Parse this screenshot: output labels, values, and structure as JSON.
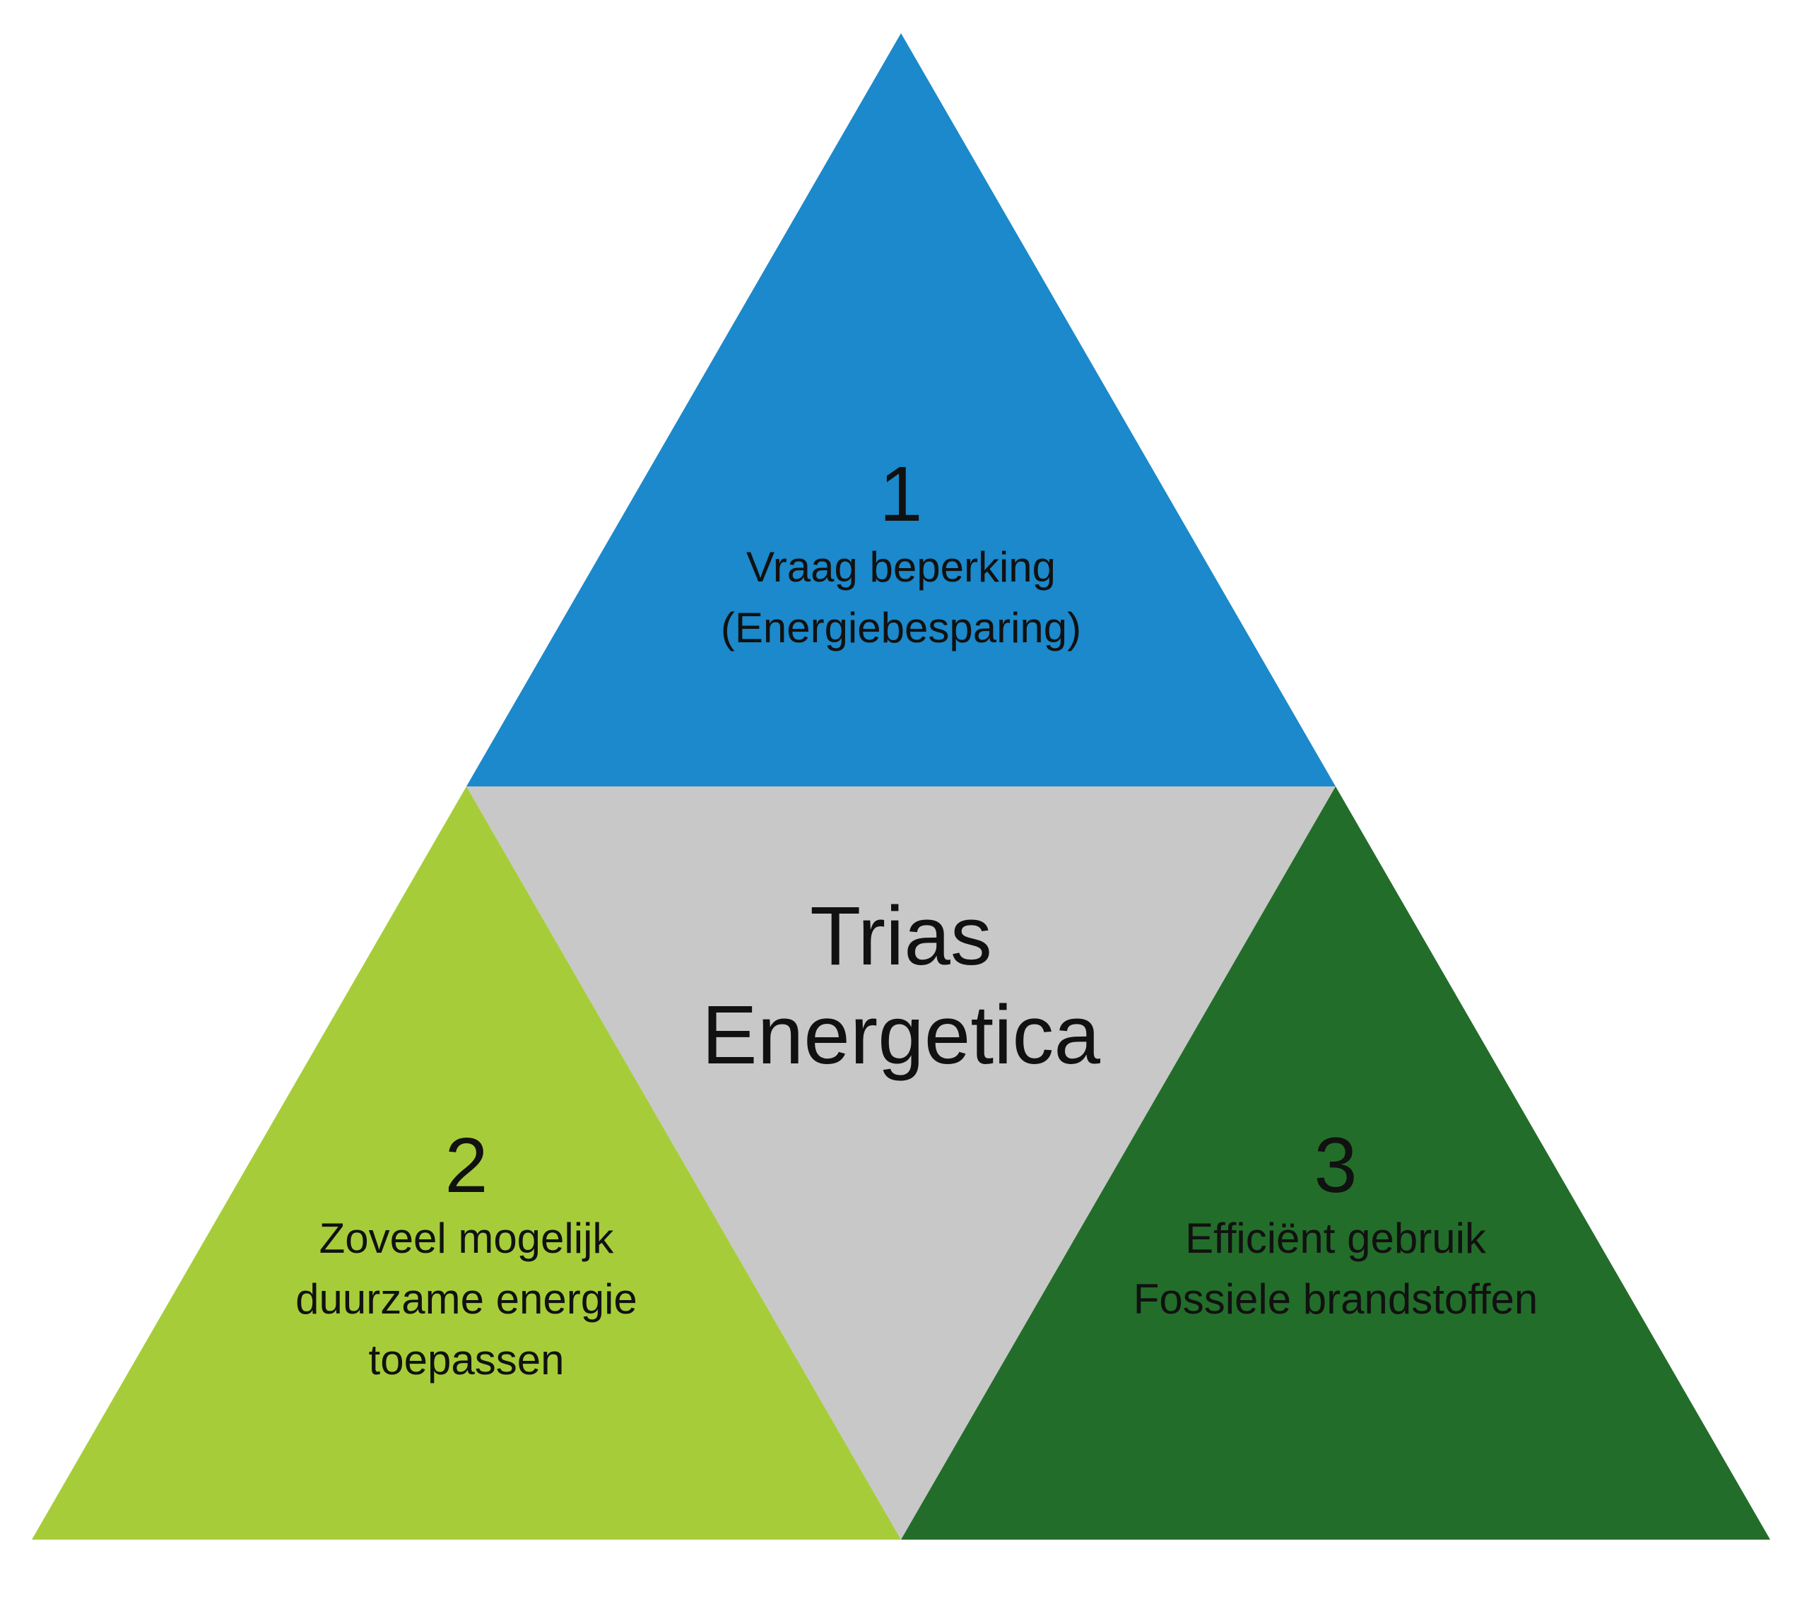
{
  "colors": {
    "top": "#1B89CB",
    "center": "#C8C8C8",
    "left": "#A6CD39",
    "right": "#236D2A",
    "text": "#111111"
  },
  "center": {
    "title_line1": "Trias",
    "title_line2": "Energetica"
  },
  "sections": [
    {
      "number": "1",
      "lines": [
        "Vraag beperking",
        "(Energiebesparing)"
      ]
    },
    {
      "number": "2",
      "lines": [
        "Zoveel mogelijk",
        "duurzame energie",
        "toepassen"
      ]
    },
    {
      "number": "3",
      "lines": [
        "Efficiënt gebruik",
        "Fossiele brandstoffen"
      ]
    }
  ]
}
